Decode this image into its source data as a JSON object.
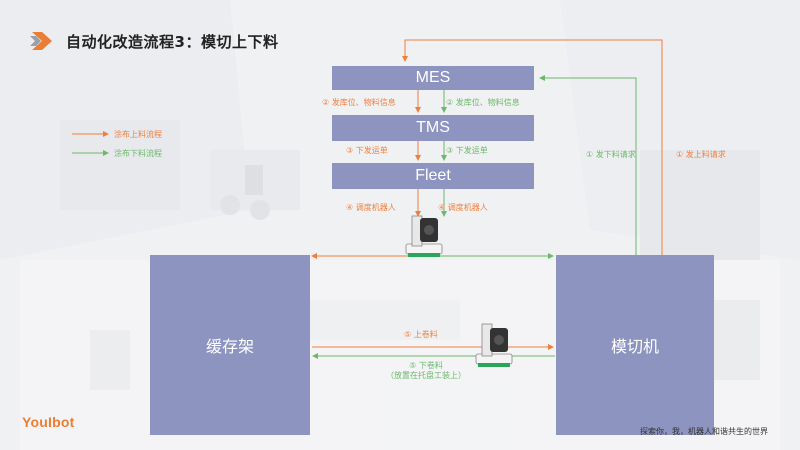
{
  "title": "自动化改造流程3：模切上下料",
  "nodes": {
    "mes": "MES",
    "tms": "TMS",
    "fleet": "Fleet",
    "buffer_rack": "缓存架",
    "die_cutter": "模切机"
  },
  "legend": {
    "loading": "涂布上料流程",
    "unloading": "涂布下料流程"
  },
  "edge_labels": {
    "mes_tms_orange": "② 发库位、物料信息",
    "mes_tms_green": "② 发库位、物料信息",
    "tms_fleet_orange": "③ 下发运单",
    "tms_fleet_green": "③ 下发运单",
    "fleet_robot_orange": "④ 调度机器人",
    "fleet_robot_green": "④ 调度机器人",
    "cutter_mes_green": "① 发下料请求",
    "cutter_mes_orange": "① 发上料请求",
    "load_roll": "⑤ 上卷料",
    "unload_roll_line1": "⑤ 下卷料",
    "unload_roll_line2": "（放置在托盘工装上）"
  },
  "brand": {
    "logo": "YouIbot",
    "slogan": "探索你，我，机器人和谐共生的世界"
  },
  "colors": {
    "box": "#8d94bf",
    "orange": "#f07f3c",
    "green": "#6db86b",
    "brand": "#ec7d34"
  }
}
